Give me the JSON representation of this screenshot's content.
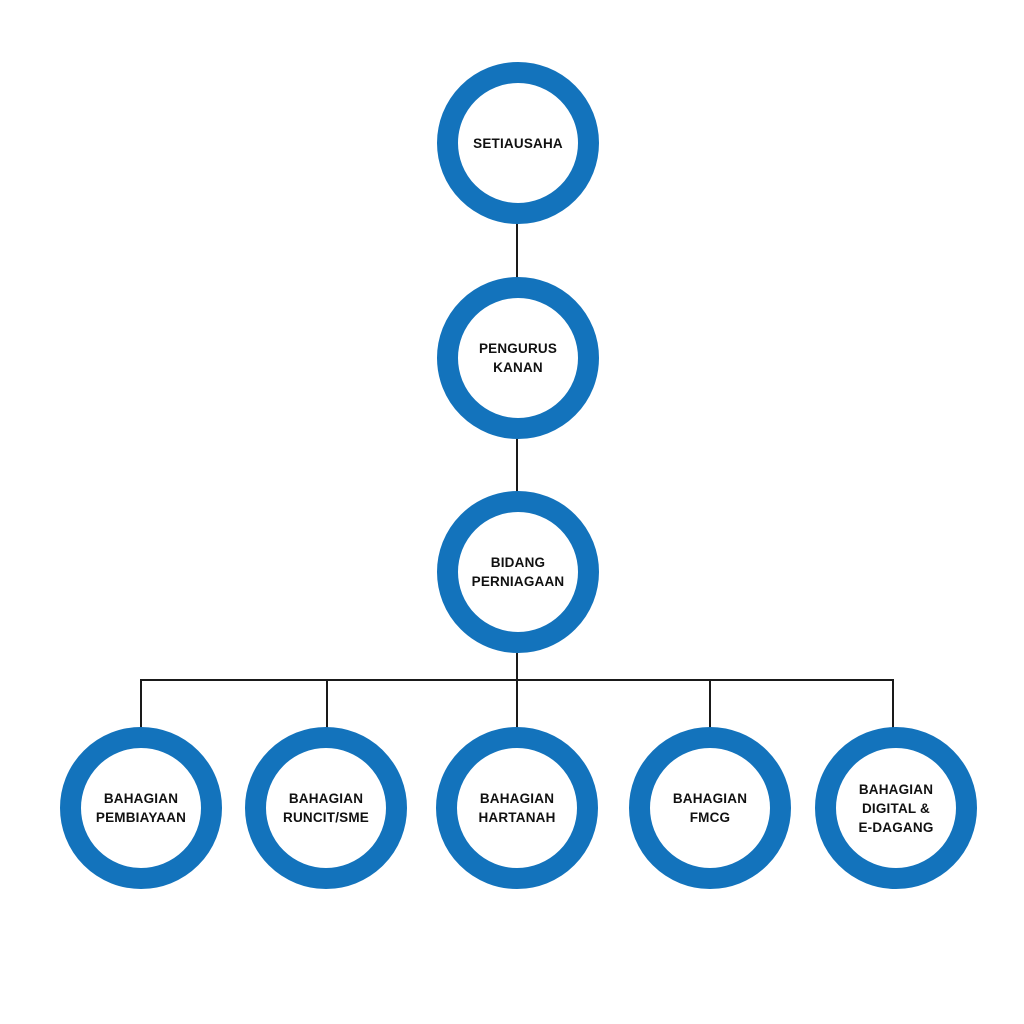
{
  "colors": {
    "ring": "#1373BC",
    "connector": "#1a1a1a",
    "background": "#ffffff"
  },
  "nodes": {
    "setiausaha": {
      "label": "SETIAUSAHA"
    },
    "pengurus_kanan": {
      "label": "PENGURUS\nKANAN"
    },
    "bidang_perniagaan": {
      "label": "BIDANG\nPERNIAGAAN"
    },
    "bahagian_pembiayaan": {
      "label": "BAHAGIAN\nPEMBIAYAAN"
    },
    "bahagian_runcit_sme": {
      "label": "BAHAGIAN\nRUNCIT/SME"
    },
    "bahagian_hartanah": {
      "label": "BAHAGIAN\nHARTANAH"
    },
    "bahagian_fmcg": {
      "label": "BAHAGIAN\nFMCG"
    },
    "bahagian_digital": {
      "label": "BAHAGIAN\nDIGITAL &\nE-DAGANG"
    }
  }
}
